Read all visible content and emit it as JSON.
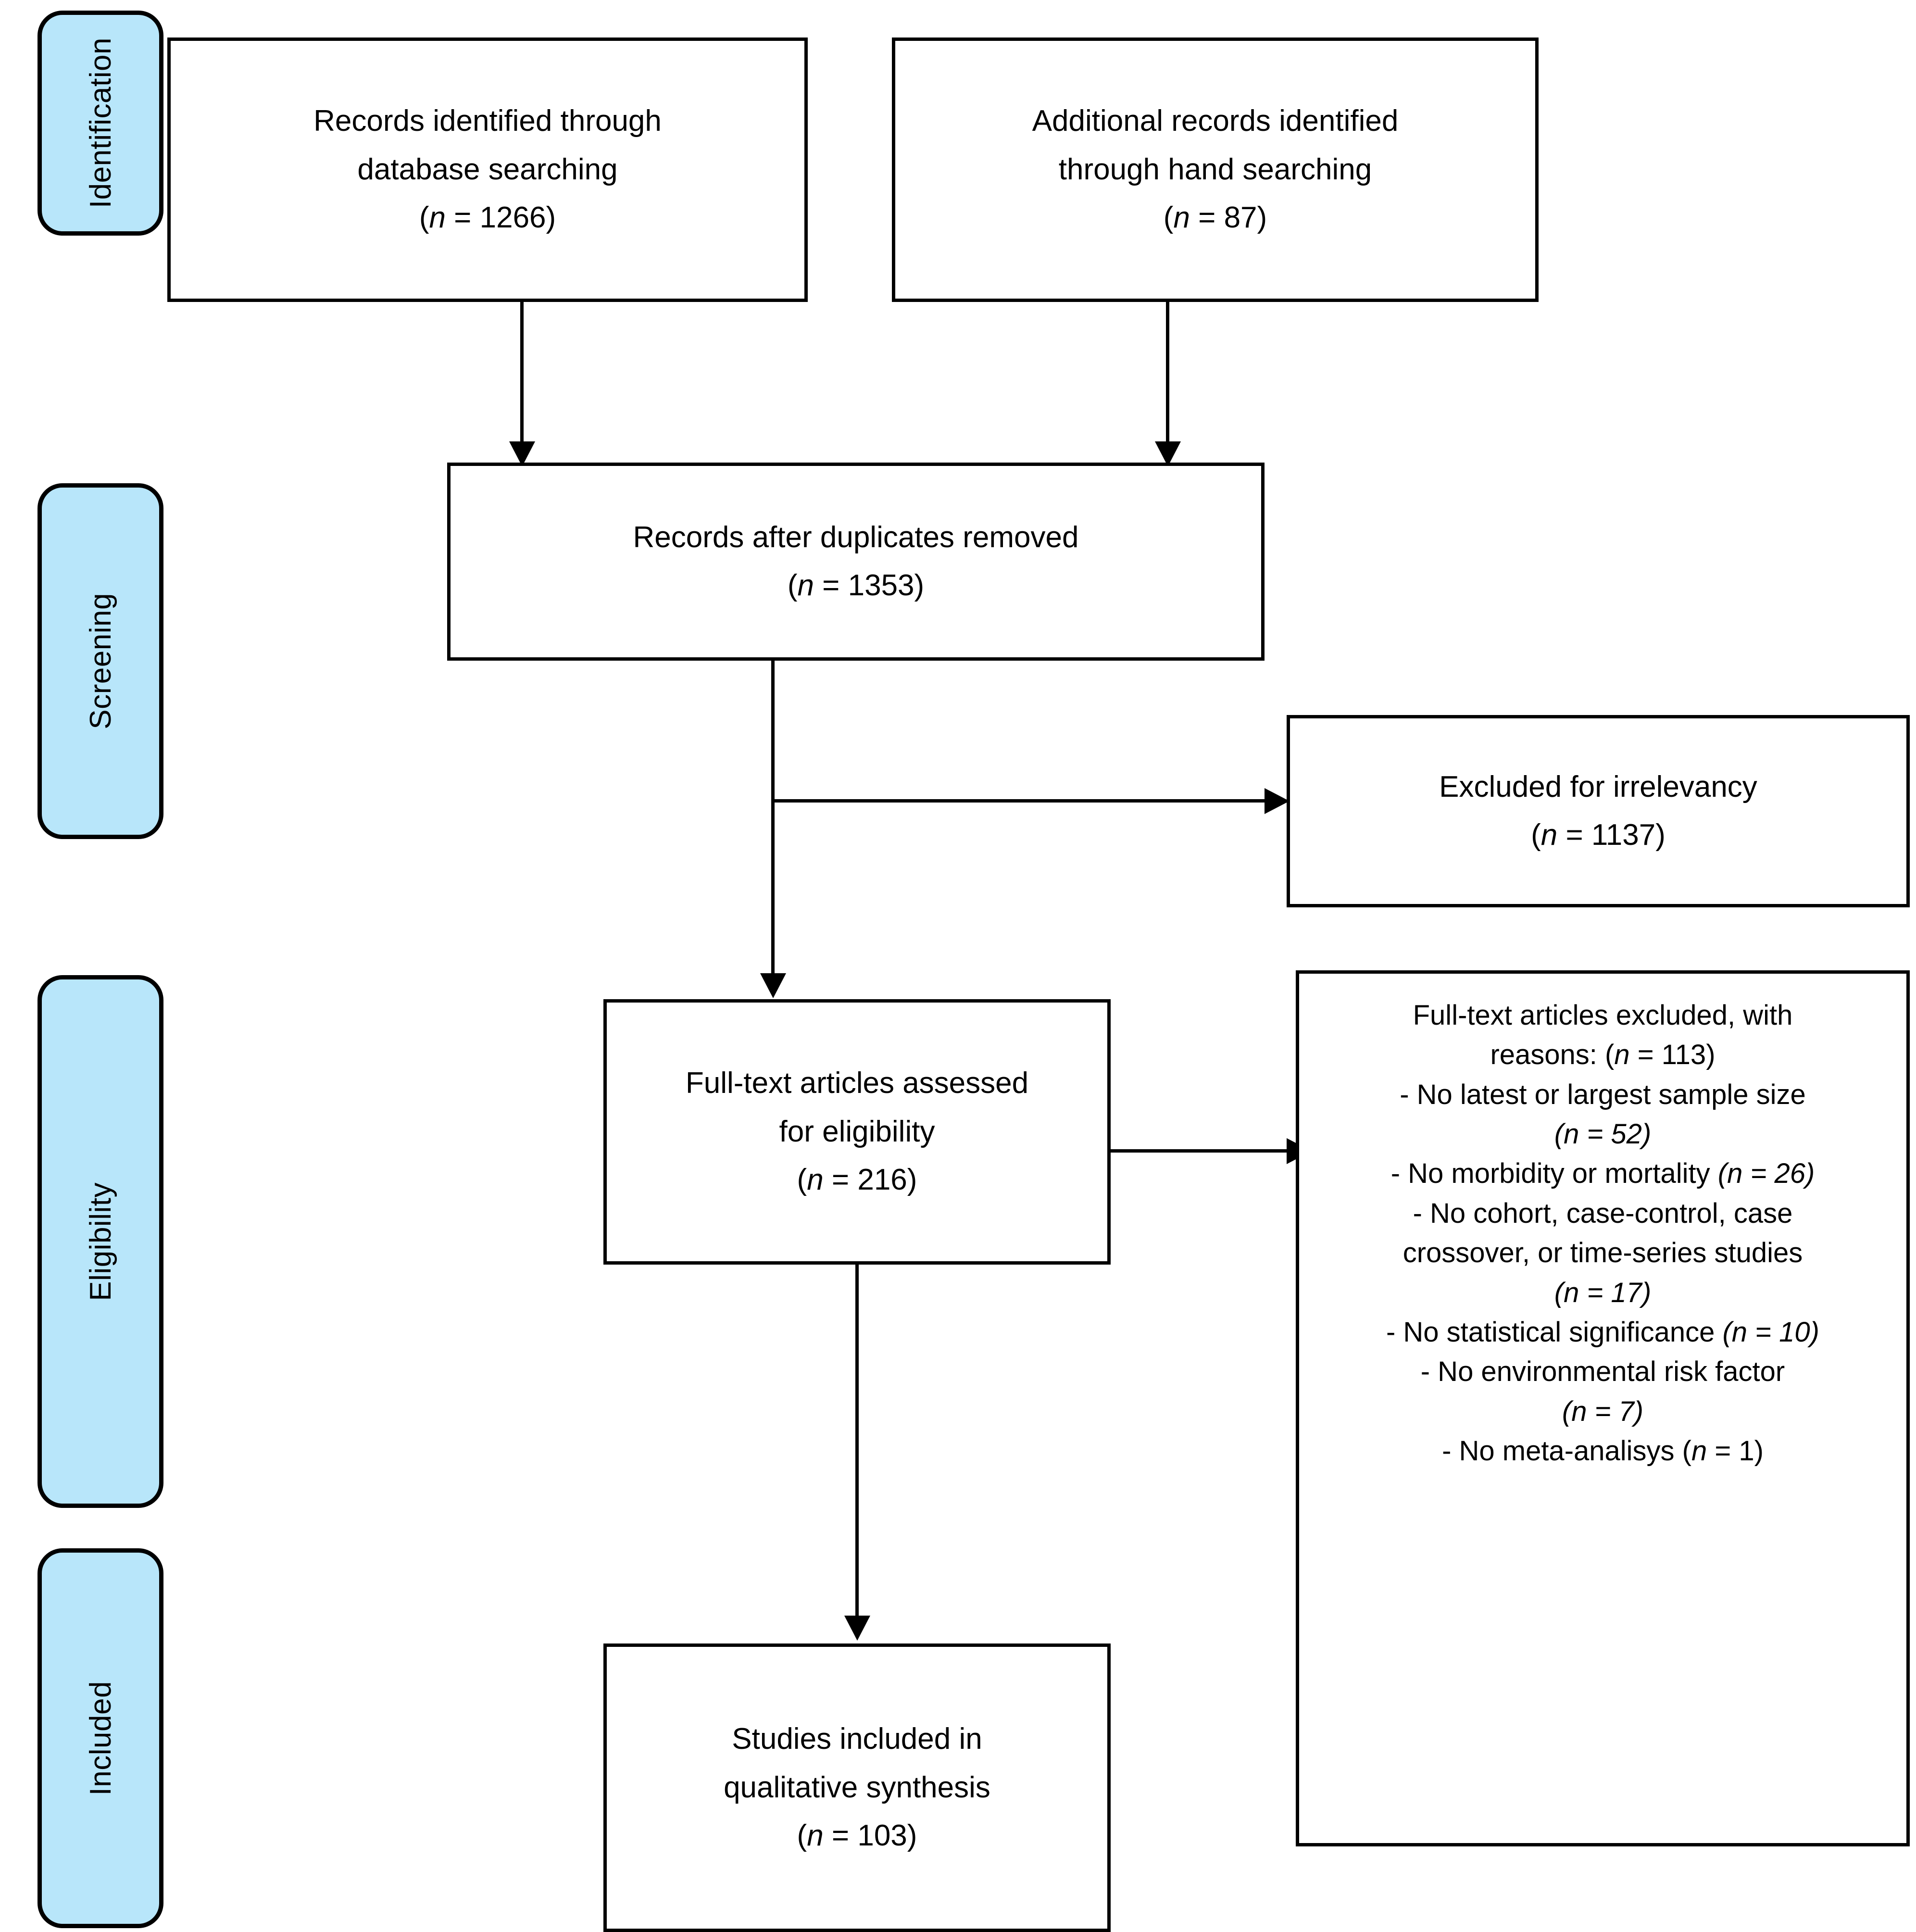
{
  "diagram": {
    "type": "prisma-flow-diagram",
    "accent_color": "#b8e6fa",
    "border_color": "#000000",
    "background_color": "#ffffff"
  },
  "stages": [
    {
      "id": "identification",
      "label": "Identification"
    },
    {
      "id": "screening",
      "label": "Screening"
    },
    {
      "id": "eligibility",
      "label": "Eligibility"
    },
    {
      "id": "included",
      "label": "Included"
    }
  ],
  "boxes": {
    "database_searching": {
      "line1": "Records identified through",
      "line2": "database searching",
      "count_open": "(",
      "count_n": "n",
      "count_eq": " = 1266)"
    },
    "hand_searching": {
      "line1": "Additional records identified",
      "line2": "through hand searching",
      "count_open": "(",
      "count_n": "n",
      "count_eq": " = 87)"
    },
    "duplicates_removed": {
      "line1": "Records after duplicates removed",
      "count_open": "(",
      "count_n": "n",
      "count_eq": " = 1353)"
    },
    "excluded_irrelevancy": {
      "line1": "Excluded for irrelevancy",
      "count_open": "(",
      "count_n": "n",
      "count_eq": " = 1137)"
    },
    "fulltext_assessed": {
      "line1": "Full-text articles assessed",
      "line2": "for eligibility",
      "count_open": "(",
      "count_n": "n",
      "count_eq": " = 216)"
    },
    "fulltext_excluded": {
      "heading_line1": "Full-text articles excluded, with",
      "heading_line2_pre": "reasons: (",
      "heading_line2_n": "n",
      "heading_line2_post": " = 113)",
      "reasons": [
        {
          "text": "- No latest or largest sample size",
          "count_pre": "(",
          "count_n": "n",
          "count_post": " = 52)",
          "count_own_line": true,
          "count_italic": true
        },
        {
          "text": "- No morbidity or mortality ",
          "count_pre": "(",
          "count_n": "n",
          "count_post": " = 26)",
          "count_own_line": false,
          "count_italic": true
        },
        {
          "text": "- No cohort, case-control, case",
          "count_pre": "",
          "count_n": "",
          "count_post": "",
          "count_own_line": false,
          "count_italic": false
        },
        {
          "text": "crossover, or time-series studies",
          "count_pre": "(",
          "count_n": "n",
          "count_post": " = 17)",
          "count_own_line": true,
          "count_italic": true
        },
        {
          "text": "- No statistical significance ",
          "count_pre": "(",
          "count_n": "n",
          "count_post": " = 10)",
          "count_own_line": false,
          "count_italic": true
        },
        {
          "text": "- No environmental risk factor",
          "count_pre": "(",
          "count_n": "n",
          "count_post": " = 7)",
          "count_own_line": true,
          "count_italic": true
        },
        {
          "text": "- No meta-analisys ",
          "count_pre": "(",
          "count_n": "n",
          "count_post": " = 1)",
          "count_own_line": false,
          "count_italic": false
        }
      ]
    },
    "studies_included": {
      "line1": "Studies included in",
      "line2": "qualitative synthesis",
      "count_open": "(",
      "count_n": "n",
      "count_eq": " = 103)"
    }
  }
}
